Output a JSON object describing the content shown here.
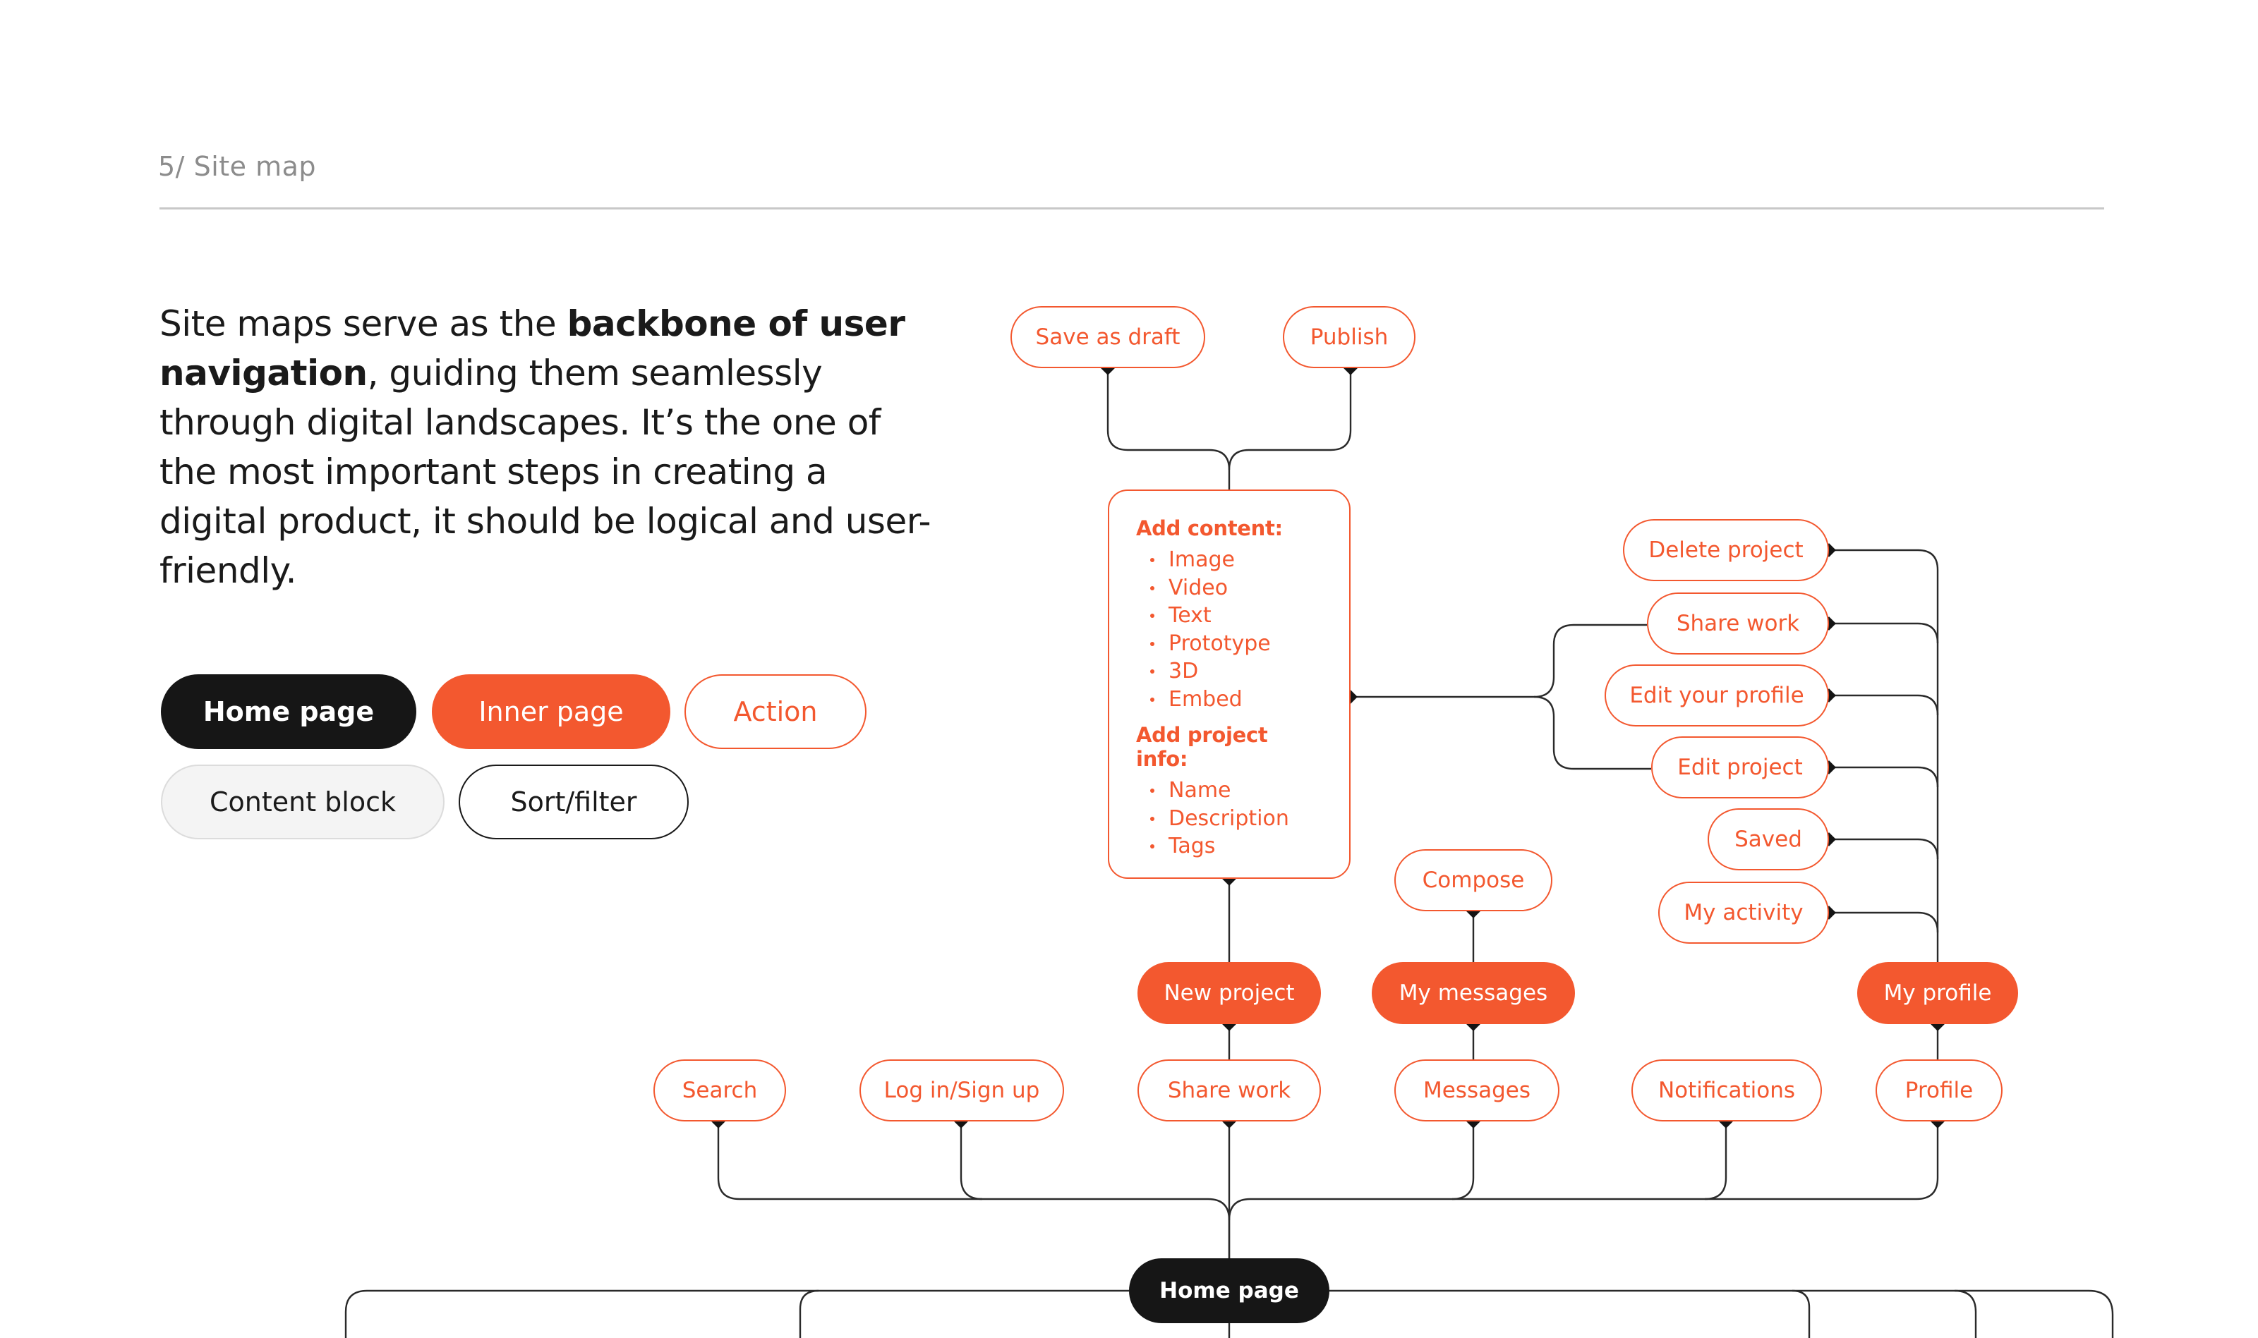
{
  "header": {
    "section_number": "5/",
    "section_title": "Site map"
  },
  "intro": {
    "part1": "Site maps serve as the ",
    "bold1": "backbone of user navigation",
    "part2": ", guiding them seamlessly through digital landscapes. It’s the one of the most important steps in creating a digital product, it should be logical and user-friendly."
  },
  "legend": {
    "home_page": "Home page",
    "inner_page": "Inner page",
    "action": "Action",
    "content_block": "Content block",
    "sort_filter": "Sort/filter"
  },
  "colors": {
    "accent": "#f3582f",
    "dark": "#161616",
    "connector": "#2a2a2a"
  },
  "sitemap": {
    "home": "Home page",
    "level1": {
      "search": "Search",
      "login": "Log in/Sign up",
      "share_work": "Share work",
      "messages": "Messages",
      "notifications": "Notifications",
      "profile": "Profile"
    },
    "level2": {
      "new_project": "New project",
      "my_messages": "My messages",
      "my_profile": "My profile"
    },
    "messages_children": {
      "compose": "Compose"
    },
    "project_children": {
      "save_draft": "Save as draft",
      "publish": "Publish"
    },
    "content_card": {
      "heading_content": "Add content:",
      "content_items": [
        "Image",
        "Video",
        "Text",
        "Prototype",
        "3D",
        "Embed"
      ],
      "heading_info": "Add project info:",
      "info_items": [
        "Name",
        "Description",
        "Tags"
      ]
    },
    "card_actions": {
      "share_work": "Share work",
      "edit_project": "Edit project"
    },
    "profile_children": {
      "delete_project": "Delete project",
      "share_work": "Share work",
      "edit_profile": "Edit your profile",
      "edit_project": "Edit project",
      "saved": "Saved",
      "my_activity": "My activity"
    }
  }
}
